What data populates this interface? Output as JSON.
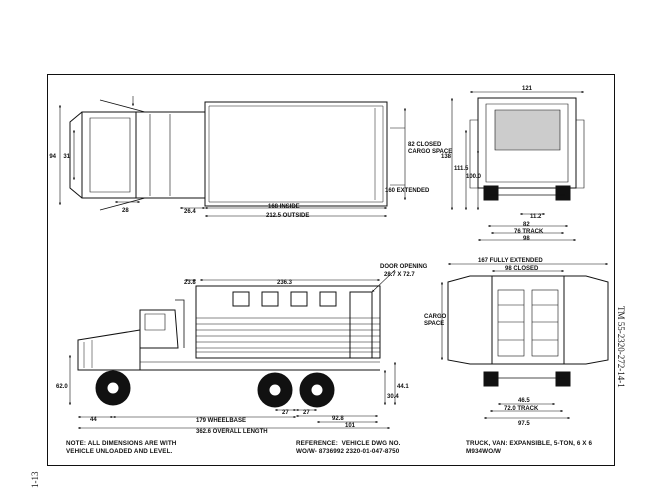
{
  "document": {
    "page_number": "1-13",
    "manual_id": "TM 55-2320-272-14-1"
  },
  "top_view": {
    "cargo_label": "82 CLOSED\nCARGO SPACE",
    "extended_label": "160 EXTENDED",
    "inside_label": "168 INSIDE",
    "outside_label": "212.5 OUTSIDE",
    "dim_26_4": "26.4",
    "dim_28": "28",
    "dim_94": "94",
    "dim_31": "31"
  },
  "rear_view_top": {
    "width_121": "121",
    "height_138": "138",
    "height_111_5": "111.5",
    "height_100_0": "100.0",
    "dim_11_2": "11.2",
    "dim_82": "82",
    "track": "76 TRACK",
    "dim_98": "98"
  },
  "side_view": {
    "door_label": "DOOR OPENING",
    "door_dims": "28.7 X 72.7",
    "dim_23_8": "23.8",
    "dim_236_3": "236.3",
    "dim_62_0": "62.0",
    "dim_44": "44",
    "dim_27a": "27",
    "dim_27b": "27",
    "dim_92_8": "92.8",
    "dim_101": "101",
    "dim_30_4": "30.4",
    "dim_44_1": "44.1",
    "wheelbase": "179 WHEELBASE",
    "overall_length": "362.6 OVERALL LENGTH"
  },
  "rear_view_bottom": {
    "fully_extended": "167 FULLY EXTENDED",
    "closed": "98 CLOSED",
    "cargo_space": "CARGO\nSPACE",
    "dim_46_5": "46.5",
    "track": "72.0 TRACK",
    "dim_97_5": "97.5"
  },
  "notes": {
    "note_text": "NOTE: ALL DIMENSIONS ARE WITH\nVEHICLE UNLOADED AND LEVEL.",
    "reference_text": "REFERENCE:  VEHICLE DWG NO.\nWO/W- 8736992 2320-01-047-8750",
    "title_text": "TRUCK, VAN: EXPANSIBLE, 5-TON, 6 X 6\nM934WO/W"
  }
}
